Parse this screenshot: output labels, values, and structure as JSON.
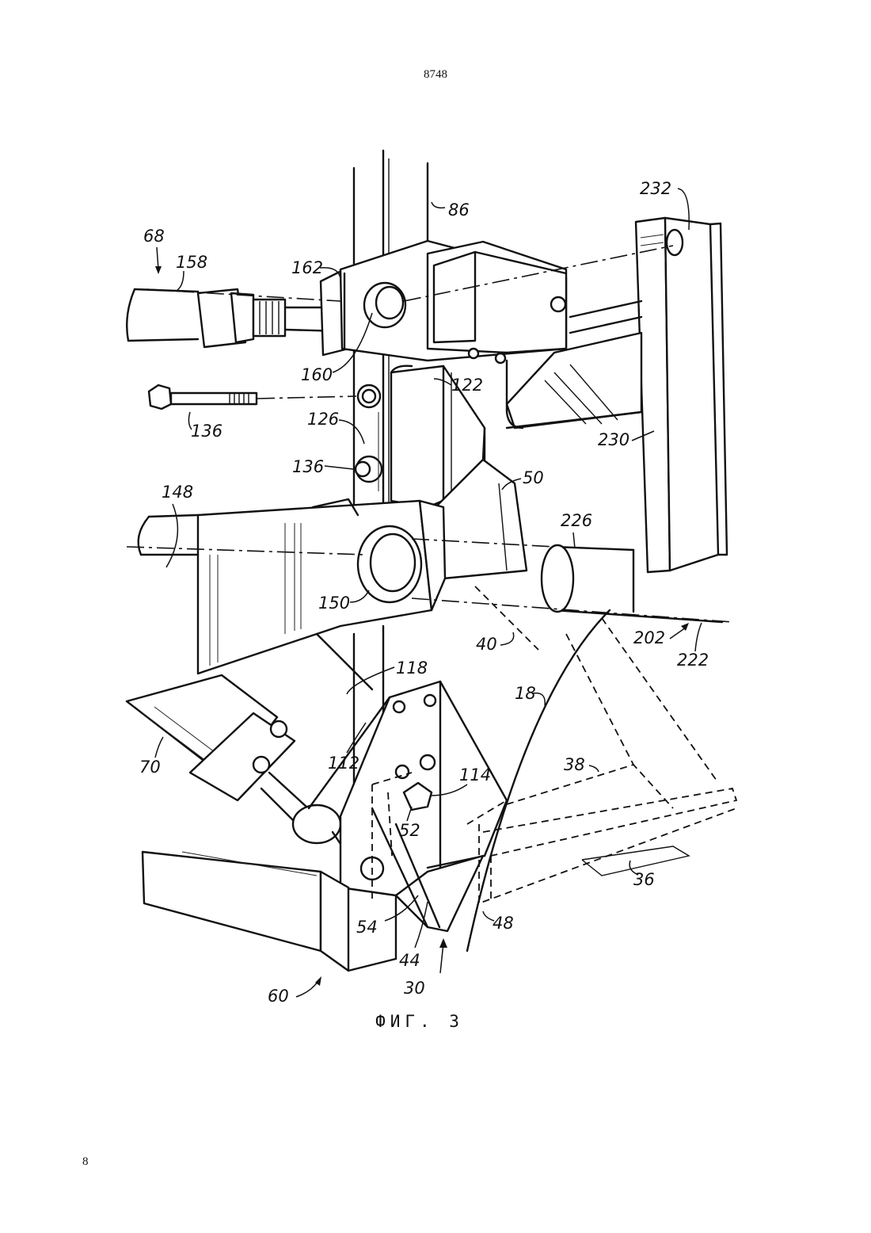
{
  "header": {
    "page_number": "8748"
  },
  "footer": {
    "page_number": "8"
  },
  "figure": {
    "caption": "ФИГ. 3",
    "labels": [
      "86",
      "232",
      "68",
      "158",
      "162",
      "160",
      "122",
      "136",
      "126",
      "136",
      "230",
      "148",
      "50",
      "226",
      "150",
      "40",
      "202",
      "222",
      "118",
      "18",
      "112",
      "114",
      "38",
      "70",
      "52",
      "36",
      "54",
      "48",
      "44",
      "30",
      "60"
    ]
  }
}
